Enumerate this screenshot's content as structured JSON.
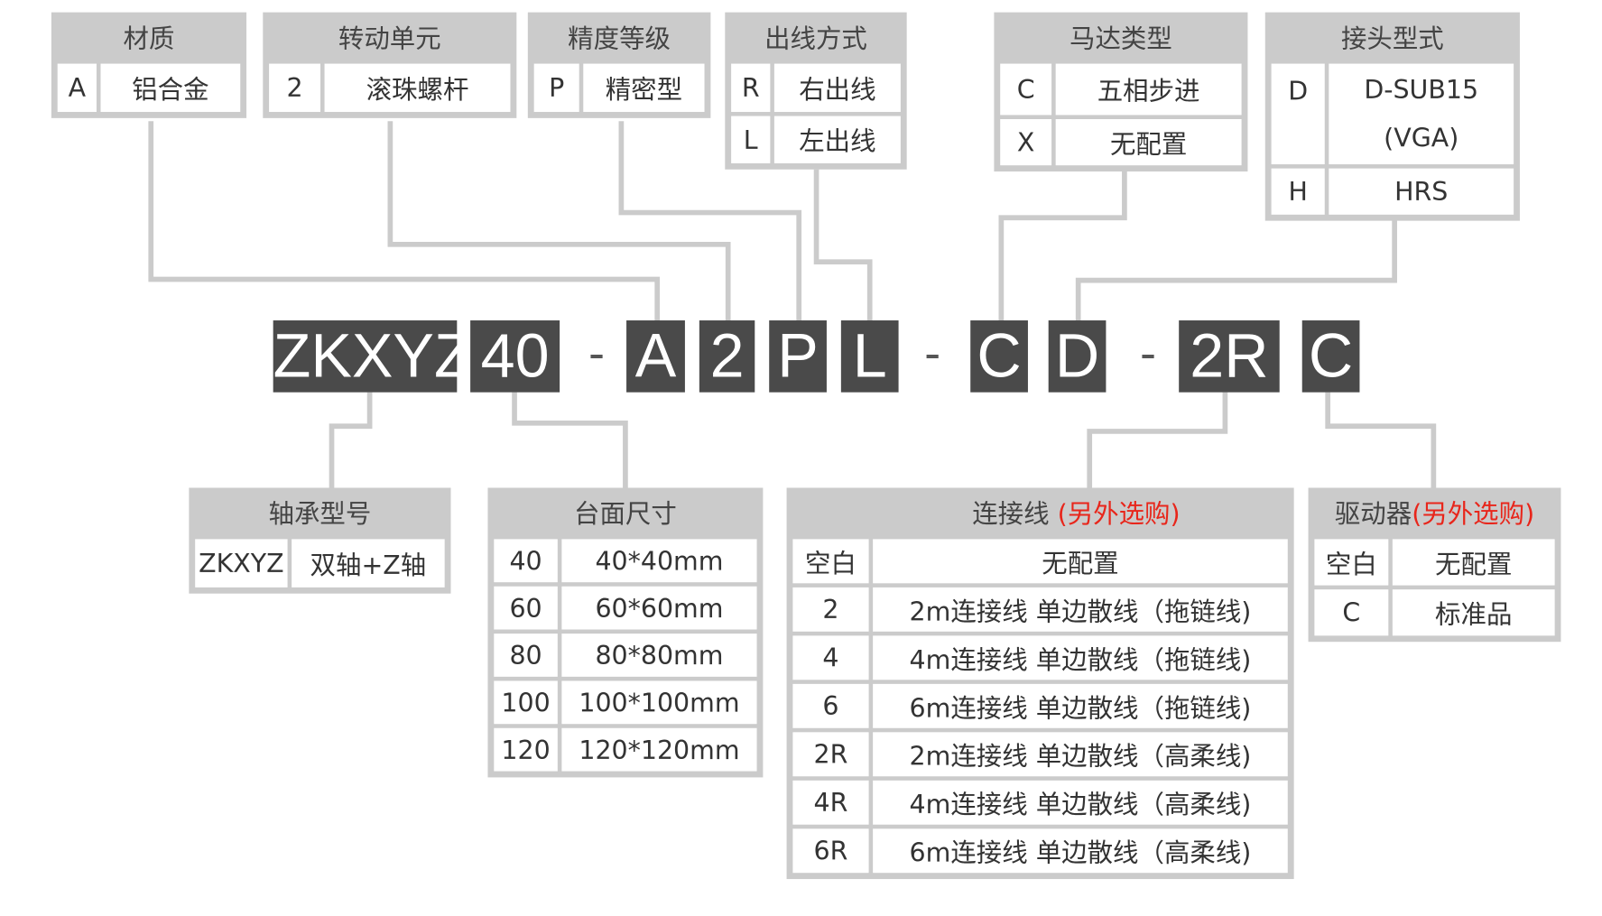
{
  "top_boxes": {
    "material": {
      "title": "材质",
      "rows": [
        [
          "A",
          "铝合金"
        ]
      ]
    },
    "transmission": {
      "title": "转动单元",
      "rows": [
        [
          "2",
          "滚珠螺杆"
        ]
      ]
    },
    "precision": {
      "title": "精度等级",
      "rows": [
        [
          "P",
          "精密型"
        ]
      ]
    },
    "outlet": {
      "title": "出线方式",
      "rows": [
        [
          "R",
          "右出线"
        ],
        [
          "L",
          "左出线"
        ]
      ]
    },
    "motor": {
      "title": "马达类型",
      "rows": [
        [
          "C",
          "五相步进"
        ],
        [
          "X",
          "无配置"
        ]
      ]
    },
    "connector": {
      "title": "接头型式",
      "rows": [
        [
          "D",
          "D-SUB15",
          "(VGA)"
        ],
        [
          "H",
          "HRS"
        ]
      ]
    }
  },
  "code": {
    "parts": [
      "ZKXYZ",
      "40",
      "A",
      "2",
      "P",
      "L",
      "C",
      "D",
      "2R",
      "C"
    ],
    "dash": "-"
  },
  "bottom_boxes": {
    "bearing": {
      "title": "轴承型号",
      "rows": [
        [
          "ZKXYZ",
          "双轴+Z轴"
        ]
      ]
    },
    "table_size": {
      "title": "台面尺寸",
      "rows": [
        [
          "40",
          "40*40mm"
        ],
        [
          "60",
          "60*60mm"
        ],
        [
          "80",
          "80*80mm"
        ],
        [
          "100",
          "100*100mm"
        ],
        [
          "120",
          "120*120mm"
        ]
      ]
    },
    "cable": {
      "title": "连接线",
      "note": "(另外选购)",
      "rows": [
        [
          "空白",
          "无配置"
        ],
        [
          "2",
          "2m连接线 单边散线（拖链线)"
        ],
        [
          "4",
          "4m连接线 单边散线（拖链线)"
        ],
        [
          "6",
          "6m连接线 单边散线（拖链线)"
        ],
        [
          "2R",
          "2m连接线 单边散线（高柔线)"
        ],
        [
          "4R",
          "4m连接线 单边散线（高柔线)"
        ],
        [
          "6R",
          "6m连接线 单边散线（高柔线)"
        ]
      ]
    },
    "driver": {
      "title": "驱动器",
      "note": "(另外选购)",
      "rows": [
        [
          "空白",
          "无配置"
        ],
        [
          "C",
          "标准品"
        ]
      ]
    }
  },
  "colors": {
    "code_bg": "#4a4a4a",
    "frame": "#cbcbcb",
    "accent_red": "#e8261b"
  }
}
